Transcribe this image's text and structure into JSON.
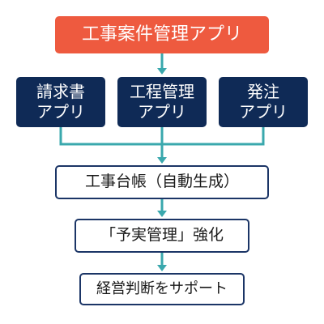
{
  "diagram": {
    "top_node": "工事案件管理アプリ",
    "apps": [
      {
        "line1": "請求書",
        "line2": "アプリ"
      },
      {
        "line1": "工程管理",
        "line2": "アプリ"
      },
      {
        "line1": "発注",
        "line2": "アプリ"
      }
    ],
    "ledger_node": "工事台帳（自動生成）",
    "budget_node": "「予実管理」強化",
    "support_node": "経営判断をサポート"
  },
  "colors": {
    "top_fill": "#ee5a3f",
    "app_fill": "#0f2a56",
    "connector": "#3aa8ad",
    "box_border": "#1b3566"
  }
}
